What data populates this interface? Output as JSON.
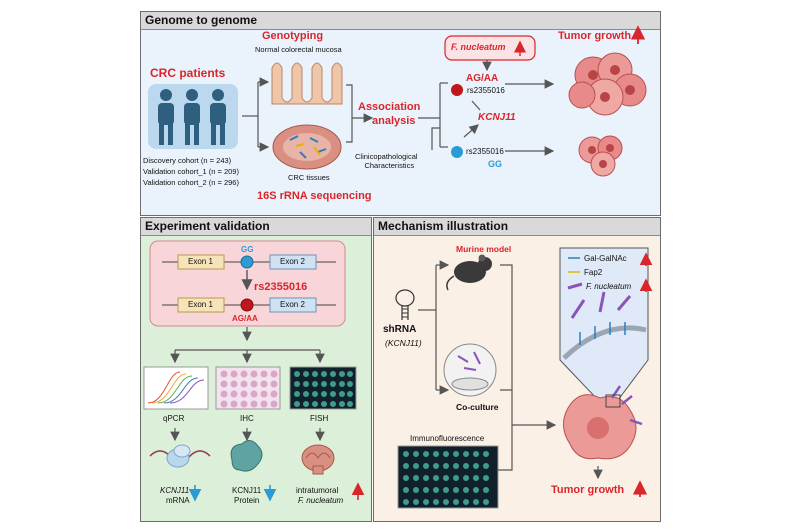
{
  "panels": {
    "top": {
      "title": "Genome to genome"
    },
    "bottom_left": {
      "title": "Experiment validation"
    },
    "bottom_right": {
      "title": "Mechanism illustration"
    }
  },
  "top": {
    "crc_patients": "CRC patients",
    "cohorts": [
      "Discovery cohort (n = 243)",
      "Validation cohort_1 (n = 209)",
      "Validation cohort_2 (n = 296)"
    ],
    "genotyping": "Genotyping",
    "normal_mucosa": "Normal colorectal mucosa",
    "crc_tissues": "CRC tissues",
    "sequencing": "16S rRNA sequencing",
    "association_line1": "Association",
    "association_line2": "analysis",
    "clinicopath_line1": "Clinicopathological",
    "clinicopath_line2": "Characteristics",
    "fnucleatum": "F. nucleatum",
    "ag_aa": "AG/AA",
    "rs_top": "rs2355016",
    "kcnj11": "KCNJ11",
    "rs_bottom": "rs2355016",
    "gg": "GG",
    "tumor_growth": "Tumor growth"
  },
  "experiment": {
    "gg": "GG",
    "exon1_top": "Exon 1",
    "exon2_top": "Exon 2",
    "rs": "rs2355016",
    "exon1_bottom": "Exon 1",
    "exon2_bottom": "Exon 2",
    "ag_aa": "AG/AA",
    "methods": [
      "qPCR",
      "IHC",
      "FISH"
    ],
    "result_mrna_1": "KCNJ11",
    "result_mrna_2": "mRNA",
    "result_protein_1": "KCNJ11",
    "result_protein_2": "Protein",
    "result_fish_1": "intratumoral",
    "result_fish_2": "F. nucleatum"
  },
  "mechanism": {
    "murine_model": "Murine model",
    "shrna": "shRNA",
    "shrna_target": "(KCNJ11)",
    "coculture": "Co-culture",
    "immunofluorescence": "Immunofluorescence",
    "legend_galgalnac": "Gal-GalNAc",
    "legend_fap2": "Fap2",
    "legend_fnucleatum": "F. nucleatum",
    "tumor_growth": "Tumor growth"
  },
  "colors": {
    "accent_red": "#d9262b",
    "accent_blue": "#2b9bd6",
    "top_bg": "#eaf3fb",
    "left_bg": "#dcefd9",
    "right_bg": "#fbf0e6",
    "pink_box": "#f8d5d8",
    "icon_bg": "#bcd8ef"
  }
}
